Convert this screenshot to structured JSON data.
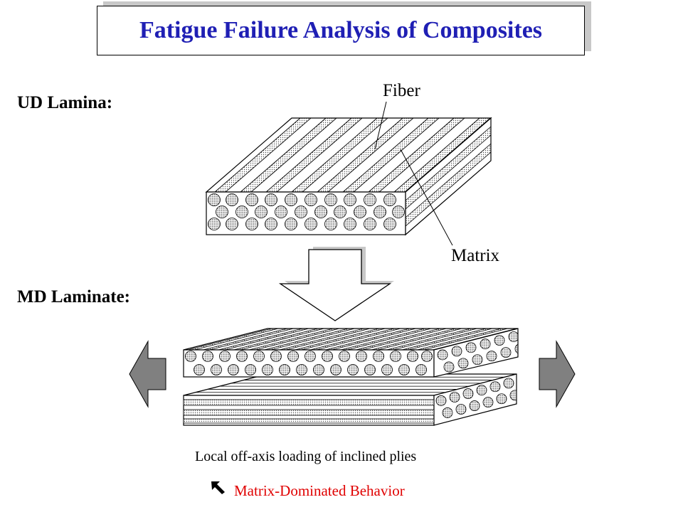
{
  "title": "Fatigue Failure Analysis of Composites",
  "sections": {
    "ud_label": "UD Lamina:",
    "md_label": "MD Laminate:"
  },
  "labels": {
    "fiber": "Fiber",
    "matrix": "Matrix"
  },
  "caption": "Local off-axis loading of inclined plies",
  "conclusion": {
    "icon": "arrow-up-left-icon",
    "text": "Matrix-Dominated Behavior",
    "color": "#e00000"
  },
  "colors": {
    "title": "#1f1fb4",
    "load_arrow": "#808080",
    "title_shadow": "#c8c8c8"
  }
}
